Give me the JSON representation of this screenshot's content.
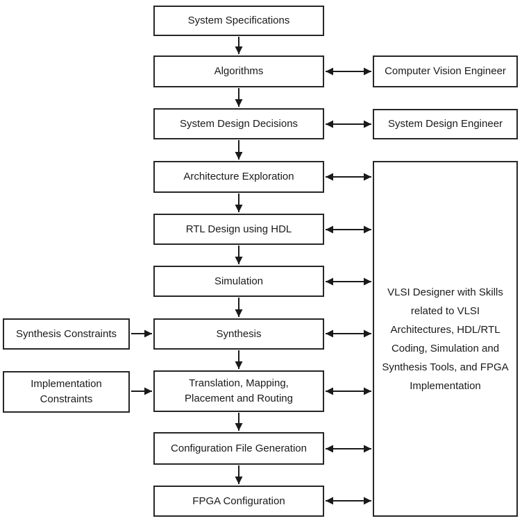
{
  "diagram": {
    "flow_steps": {
      "system_specifications": "System Specifications",
      "algorithms": "Algorithms",
      "system_design_decisions": "System Design Decisions",
      "architecture_exploration": "Architecture Exploration",
      "rtl_design_using_hdl": "RTL Design using HDL",
      "simulation": "Simulation",
      "synthesis": "Synthesis",
      "translation_mapping_placement_routing": "Translation, Mapping, Placement and Routing",
      "configuration_file_generation": "Configuration File Generation",
      "fpga_configuration": "FPGA Configuration"
    },
    "constraints": {
      "synthesis_constraints": "Synthesis Constraints",
      "implementation_constraints": "Implementation Constraints"
    },
    "roles": {
      "computer_vision_engineer": "Computer Vision Engineer",
      "system_design_engineer": "System Design Engineer",
      "vlsi_designer": "VLSI Designer with Skills related to VLSI Architectures, HDL/RTL Coding, Simulation and Synthesis Tools, and FPGA Implementation"
    },
    "colors": {
      "line": "#1a1a1a",
      "box_border": "#262626",
      "background": "#ffffff",
      "text": "#1a1a1a"
    }
  }
}
